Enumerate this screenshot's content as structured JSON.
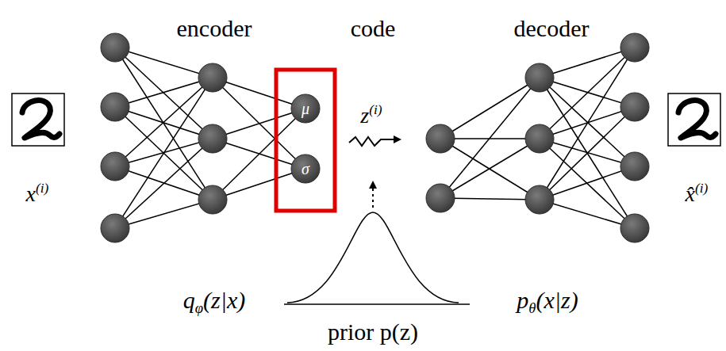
{
  "diagram": {
    "nodes": [
      {
        "text": [
          "μ"
        ]
      },
      {
        "text": [
          "σ"
        ]
      }
    ],
    "labels": [
      "encoder",
      "code",
      "decoder",
      "x(i)",
      "z(i)",
      "x̂(i)",
      "qφ(z|x)",
      "pθ(x|z)",
      "prior p(z)"
    ]
  }
}
